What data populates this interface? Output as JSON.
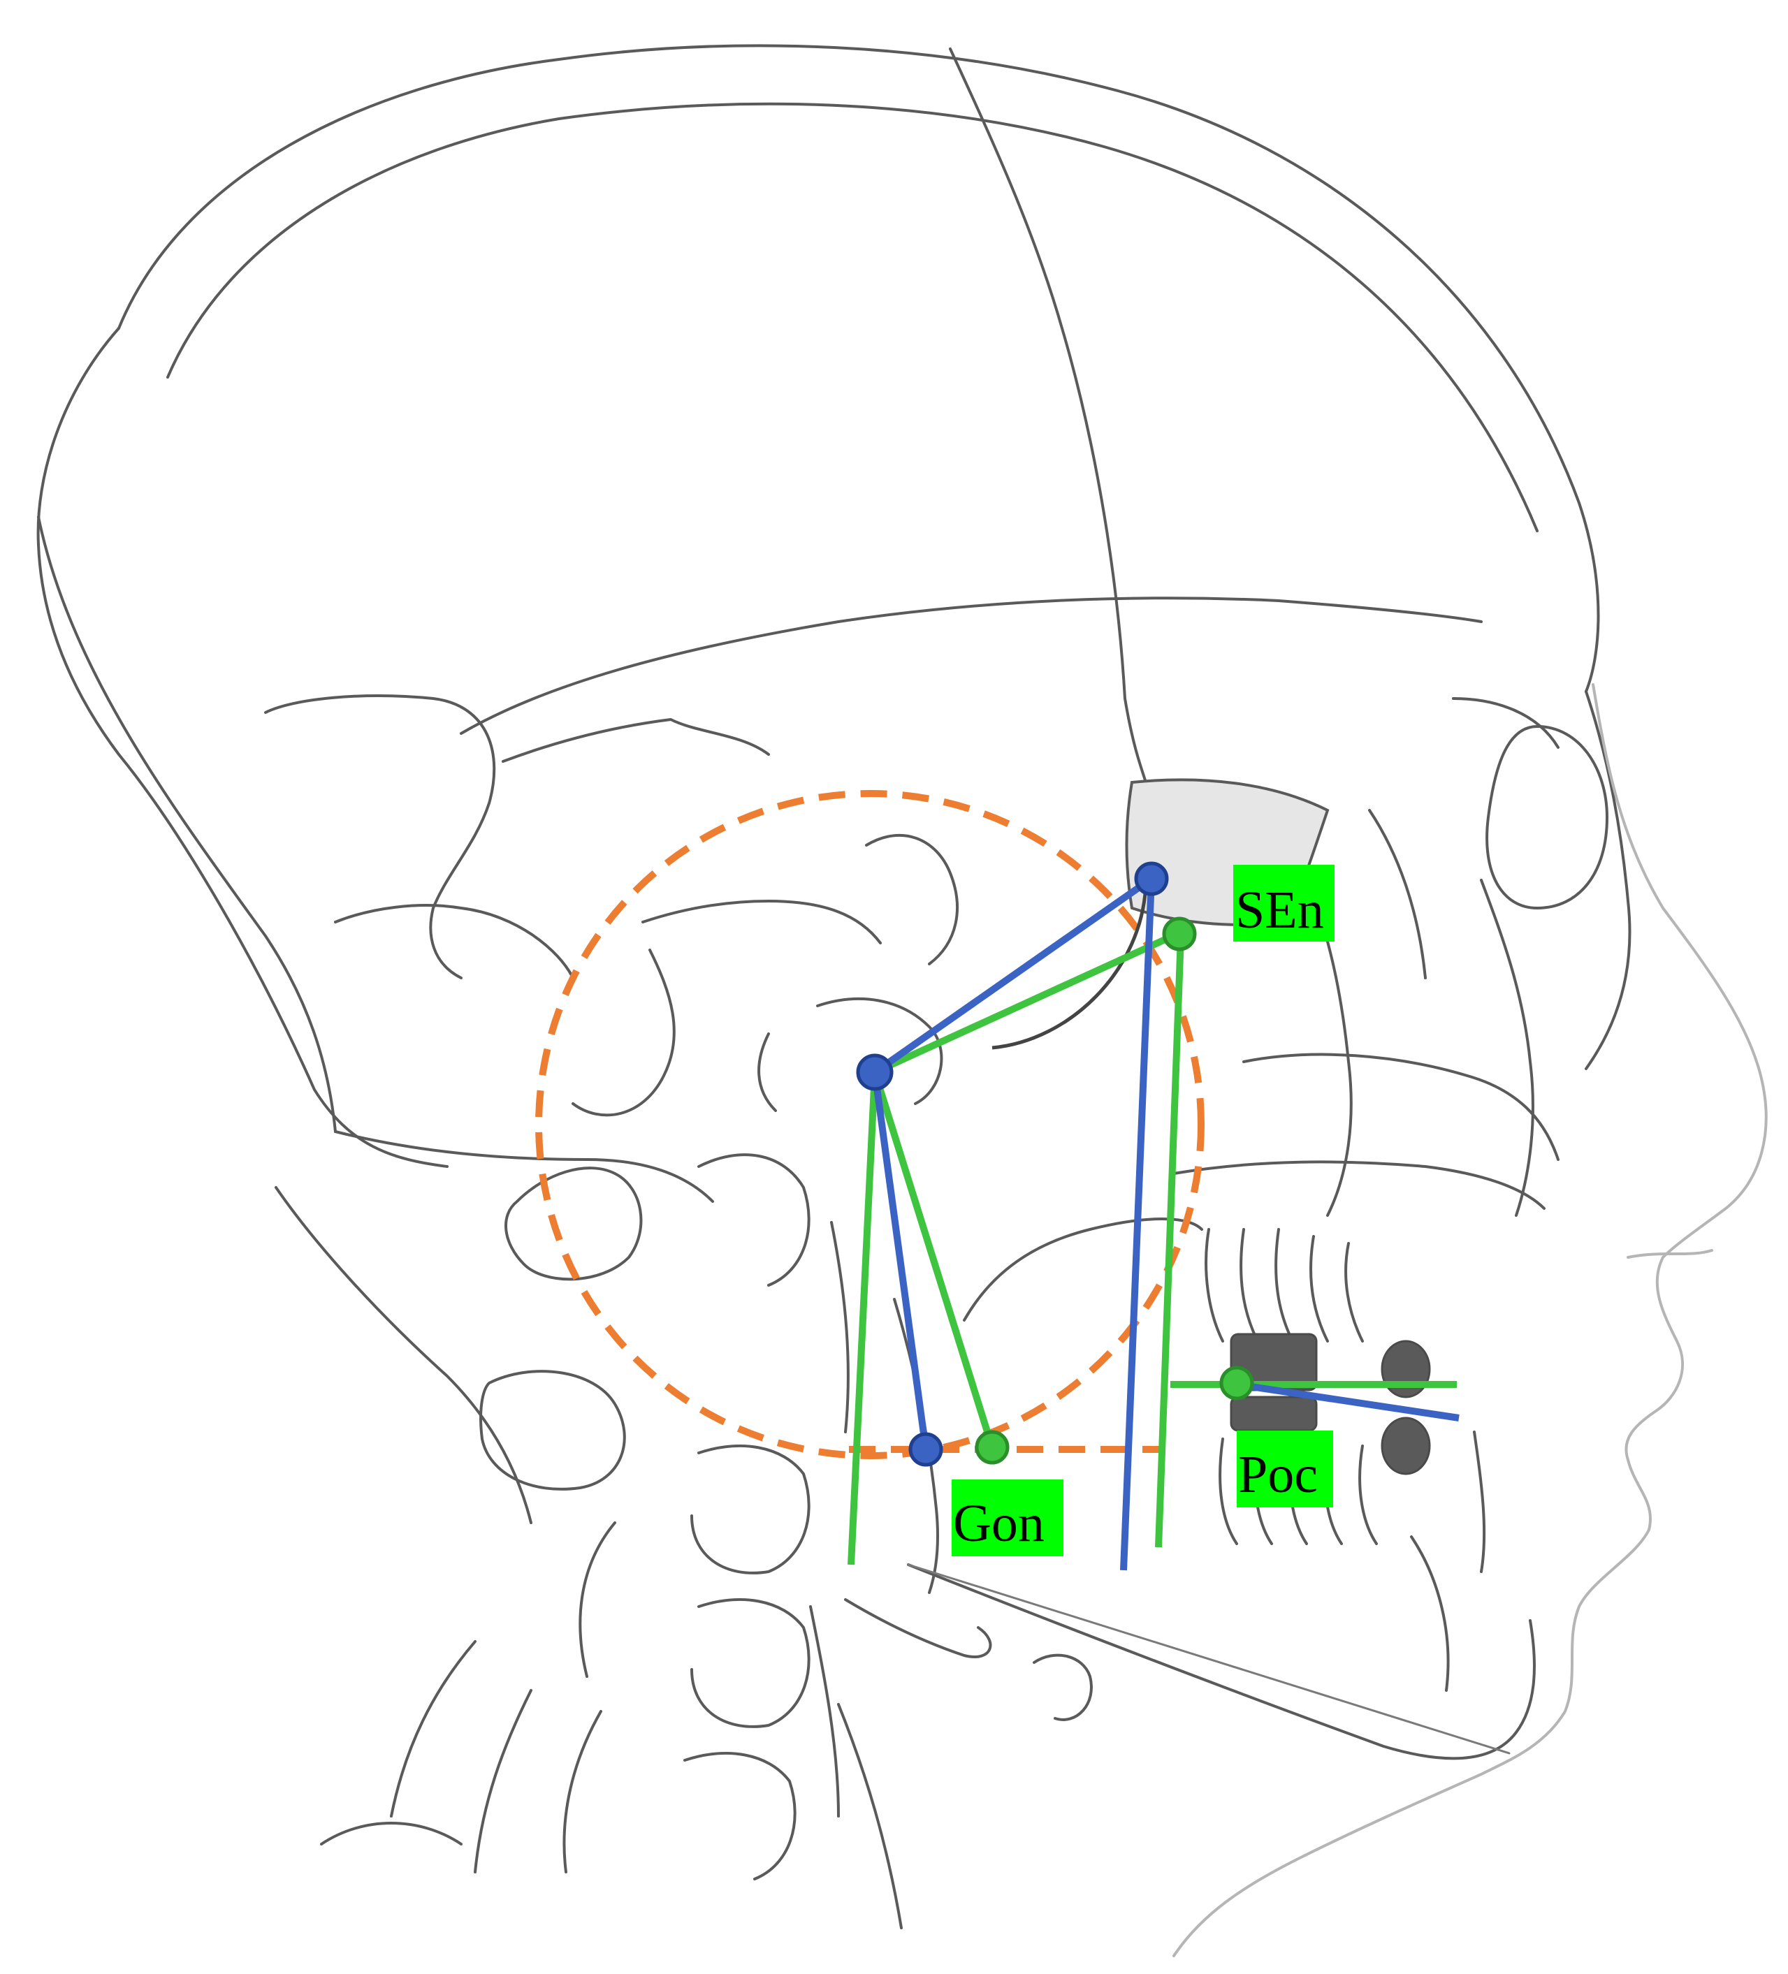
{
  "labels": {
    "sen": "SEn",
    "gon": "Gon",
    "poc": "Poc"
  },
  "colors": {
    "outline": "#5a5a5a",
    "blue": "#3b63c4",
    "blue_stroke": "#1f3f8f",
    "green": "#3ec43e",
    "green_stroke": "#2a8f2a",
    "orange": "#ed7d31",
    "label_background": "#00ff00"
  }
}
